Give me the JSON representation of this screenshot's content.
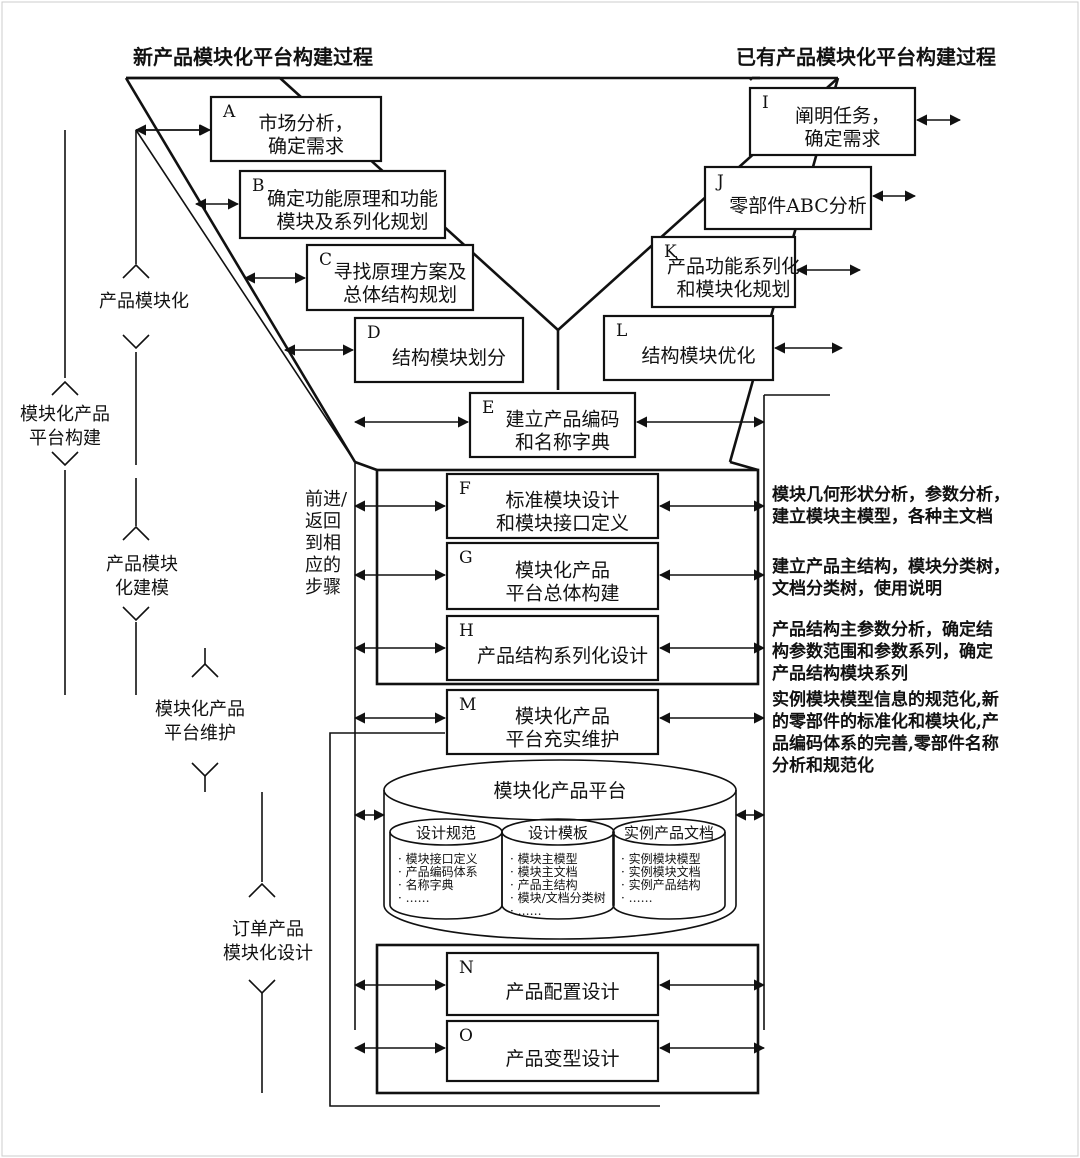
{
  "titles": {
    "left": "新产品模块化平台构建过程",
    "right": "已有产品模块化平台构建过程"
  },
  "boxes": {
    "A": {
      "letter": "A",
      "lines": [
        "市场分析，",
        "确定需求"
      ]
    },
    "B": {
      "letter": "B",
      "lines": [
        "确定功能原理和功能",
        "模块及系列化规划"
      ]
    },
    "C": {
      "letter": "C",
      "lines": [
        "寻找原理方案及",
        "总体结构规划"
      ]
    },
    "D": {
      "letter": "D",
      "lines": [
        "结构模块划分"
      ]
    },
    "I": {
      "letter": "I",
      "lines": [
        "阐明任务，",
        "确定需求"
      ]
    },
    "J": {
      "letter": "J",
      "lines": [
        "零部件ABC分析"
      ]
    },
    "K": {
      "letter": "K",
      "lines": [
        "产品功能系列化",
        "和模块化规划"
      ]
    },
    "L": {
      "letter": "L",
      "lines": [
        "结构模块优化"
      ]
    },
    "E": {
      "letter": "E",
      "lines": [
        "建立产品编码",
        "和名称字典"
      ]
    },
    "F": {
      "letter": "F",
      "lines": [
        "标准模块设计",
        "和模块接口定义"
      ]
    },
    "G": {
      "letter": "G",
      "lines": [
        "模块化产品",
        "平台总体构建"
      ]
    },
    "H": {
      "letter": "H",
      "lines": [
        "产品结构系列化设计"
      ]
    },
    "M": {
      "letter": "M",
      "lines": [
        "模块化产品",
        "平台充实维护"
      ]
    },
    "N": {
      "letter": "N",
      "lines": [
        "产品配置设计"
      ]
    },
    "O": {
      "letter": "O",
      "lines": [
        "产品变型设计"
      ]
    }
  },
  "left_labels": {
    "platform_build": [
      "模块化产品",
      "平台构建"
    ],
    "product_modular": [
      "产品模块化"
    ],
    "modeling": [
      "产品模块",
      "化建模"
    ],
    "maintenance": [
      "模块化产品",
      "平台维护"
    ],
    "order_design": [
      "订单产品",
      "模块化设计"
    ]
  },
  "feedback_note": [
    "前进/",
    "返回",
    "到相",
    "应的",
    "步骤"
  ],
  "right_notes": {
    "F": [
      "模块几何形状分析，参数分析，",
      "建立模块主模型，各种主文档"
    ],
    "G": [
      "建立产品主结构，模块分类树，",
      "文档分类树，使用说明"
    ],
    "H": [
      "产品结构主参数分析，确定结",
      "构参数范围和参数系列，确定",
      "产品结构模块系列"
    ],
    "M": [
      "实例模块模型信息的规范化,新",
      "的零部件的标准化和模块化,产",
      "品编码体系的完善,零部件名称",
      "分析和规范化"
    ]
  },
  "platform": {
    "title": "模块化产品平台",
    "cylinders": [
      {
        "title": "设计规范",
        "items": [
          "· 模块接口定义",
          "· 产品编码体系",
          "· 名称字典",
          "· ……"
        ]
      },
      {
        "title": "设计模板",
        "items": [
          "· 模块主模型",
          "· 模块主文档",
          "· 产品主结构",
          "· 模块/文档分类树",
          "· ……"
        ]
      },
      {
        "title": "实例产品文档",
        "items": [
          "· 实例模块模型",
          "· 实例模块文档",
          "· 实例产品结构",
          "· ……"
        ]
      }
    ]
  }
}
